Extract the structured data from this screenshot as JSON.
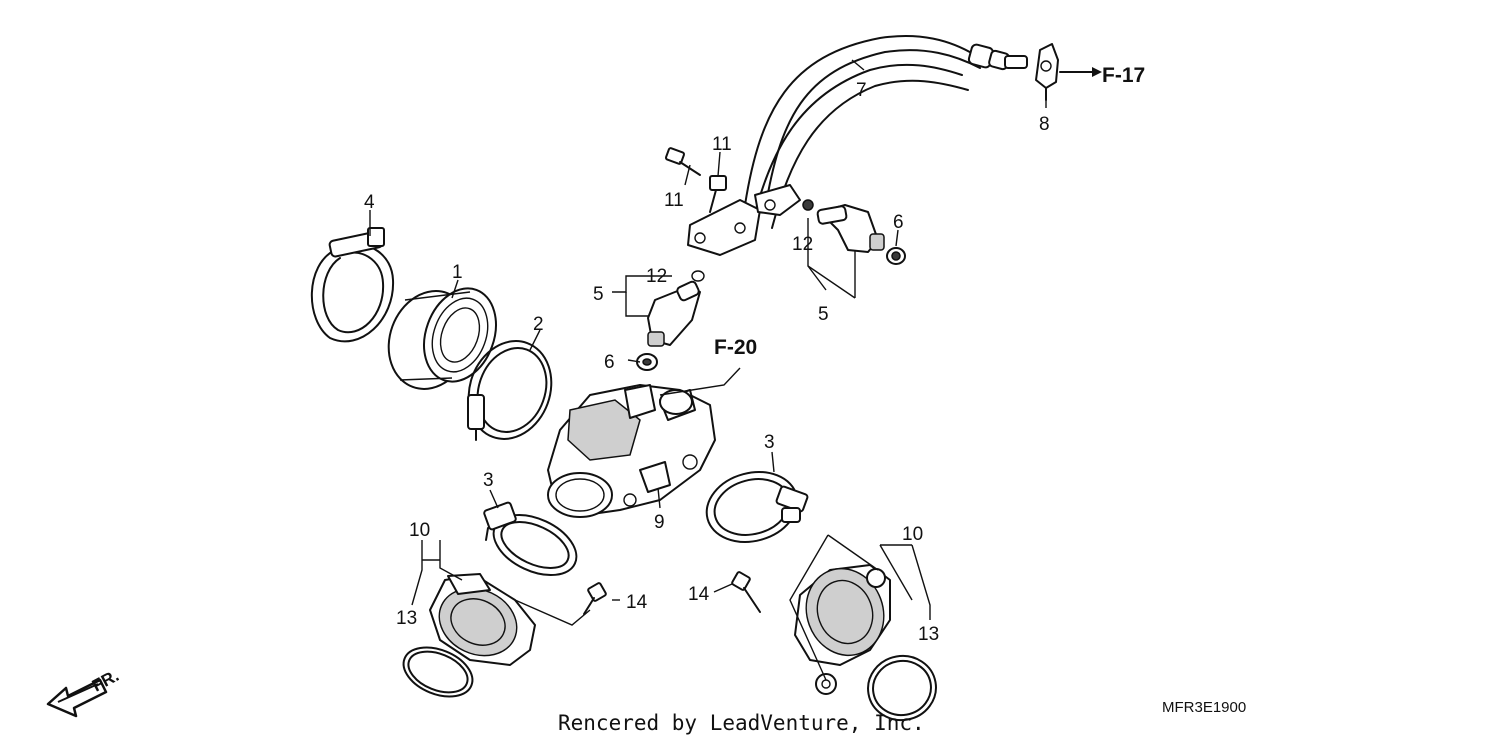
{
  "diagram": {
    "callouts": {
      "c1": "1",
      "c2": "2",
      "c3a": "3",
      "c3b": "3",
      "c4": "4",
      "c5a": "5",
      "c5b": "5",
      "c6a": "6",
      "c6b": "6",
      "c7": "7",
      "c8": "8",
      "c9": "9",
      "c10a": "10",
      "c10b": "10",
      "c11a": "11",
      "c11b": "11",
      "c12a": "12",
      "c12b": "12",
      "c13a": "13",
      "c13b": "13",
      "c14a": "14",
      "c14b": "14"
    },
    "references": {
      "f17": "F-17",
      "f20": "F-20"
    },
    "front_indicator": "FR.",
    "diagram_code": "MFR3E1900",
    "credit": "Rencered by LeadVenture, Inc."
  }
}
